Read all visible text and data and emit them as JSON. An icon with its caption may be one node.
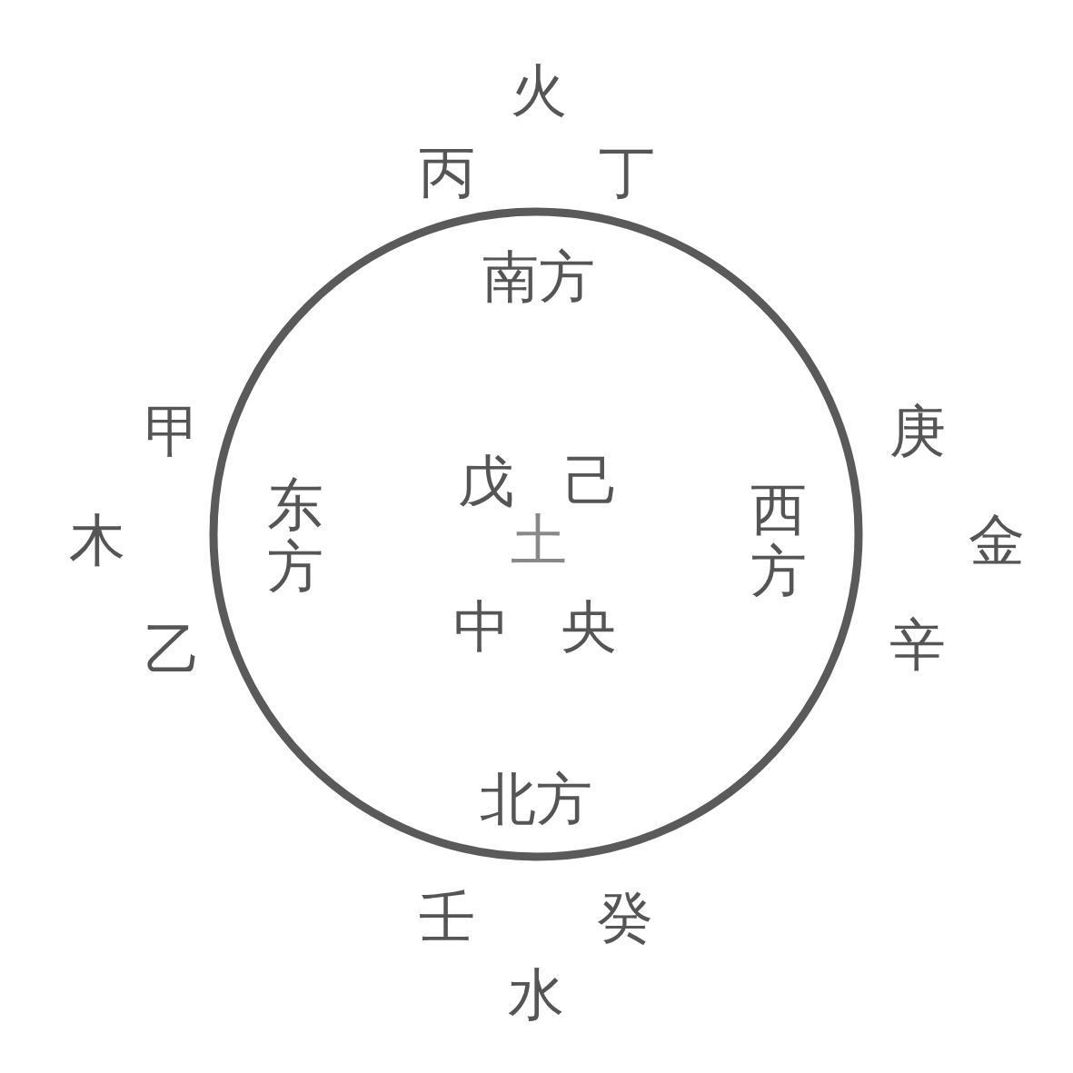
{
  "diagram": {
    "nodes": [
      {
        "text": [],
        "shape": "circle"
      }
    ],
    "labels": [
      "火",
      "丙",
      "丁",
      "南方",
      "甲",
      "庚",
      "戊",
      "己",
      "木",
      "东方",
      "土",
      "西方",
      "金",
      "乙",
      "中",
      "央",
      "辛",
      "北方",
      "壬",
      "癸",
      "水"
    ]
  }
}
